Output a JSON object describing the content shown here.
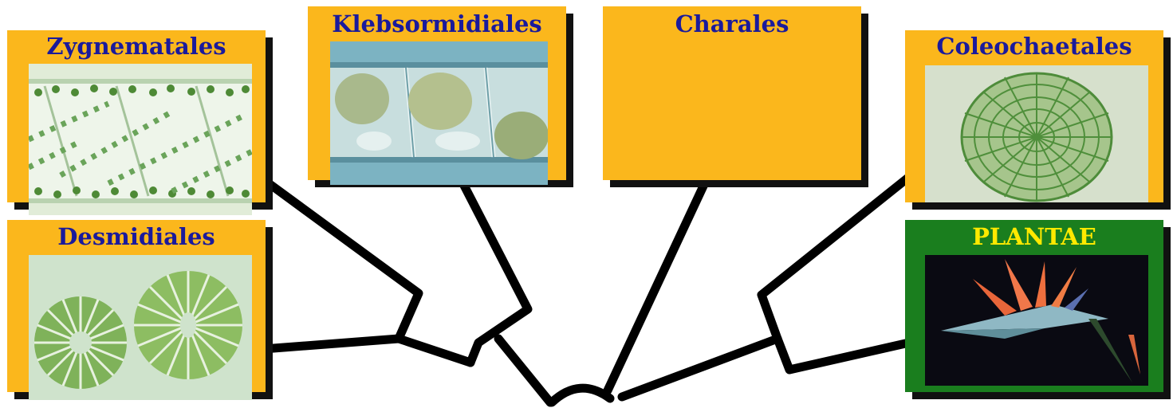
{
  "diagram": {
    "nodes": [
      {
        "id": "zygnematales",
        "label": "Zygnematales",
        "color": "#fbb71c"
      },
      {
        "id": "desmidiales",
        "label": "Desmidiales",
        "color": "#fbb71c"
      },
      {
        "id": "klebsormidiales",
        "label": "Klebsormidiales",
        "color": "#fbb71c"
      },
      {
        "id": "charales",
        "label": "Charales",
        "color": "#fbb71c"
      },
      {
        "id": "coleochaetales",
        "label": "Coleochaetales",
        "color": "#fbb71c"
      },
      {
        "id": "plantae",
        "label": "PLANTAE",
        "color": "#1a7e1e"
      }
    ],
    "label_color": "#1a1a9c",
    "plantae_label_color": "#ffe900",
    "line_color": "#000000"
  }
}
